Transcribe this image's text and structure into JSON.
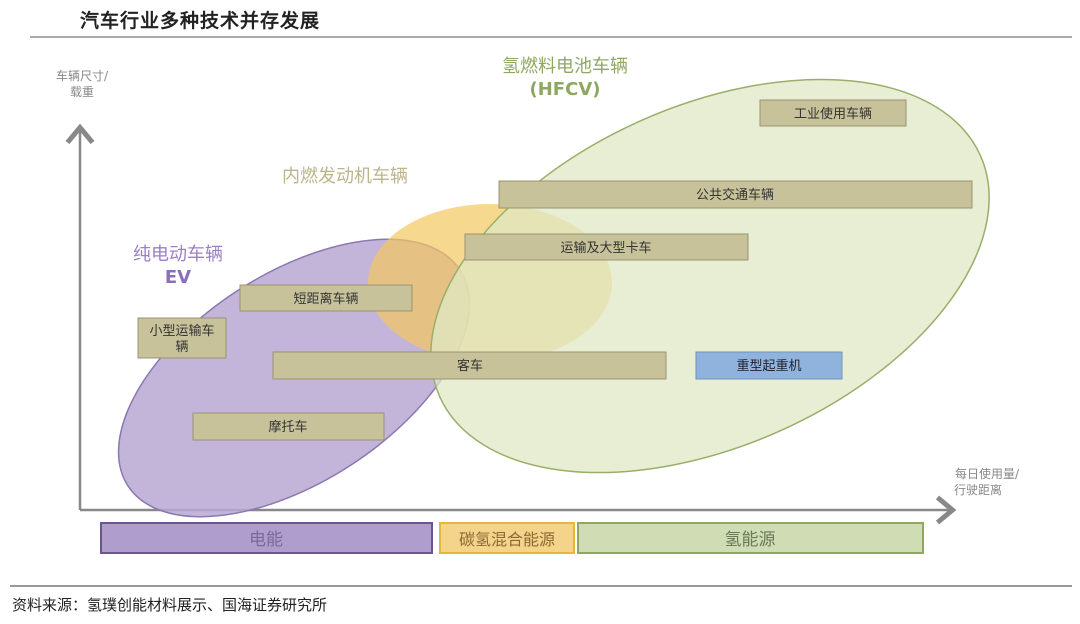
{
  "title": "汽车行业多种技术并存发展",
  "source": "资料来源：氢璞创能材料展示、国海证券研究所",
  "axes": {
    "y_label_1": "车辆尺寸/",
    "y_label_2": "载重",
    "x_label_1": "每日使用量/",
    "x_label_2": "行驶距离"
  },
  "groups": {
    "ev_1": "纯电动车辆",
    "ev_2": "EV",
    "ice": "内燃发动机车辆",
    "hfcv_1": "氢燃料电池车辆",
    "hfcv_2": "(HFCV)"
  },
  "vehicles": {
    "industrial": "工业使用车辆",
    "public_transit": "公共交通车辆",
    "truck": "运输及大型卡车",
    "short_range": "短距离车辆",
    "small_transport_1": "小型运输车",
    "small_transport_2": "辆",
    "passenger": "客车",
    "crane": "重型起重机",
    "motorcycle": "摩托车"
  },
  "energy": {
    "electric": "电能",
    "hybrid": "碳氢混合能源",
    "hydrogen": "氢能源"
  },
  "colors": {
    "ev": "#b8a8d4",
    "ice": "#f3c860",
    "hfcv": "#dfe8c4",
    "box": "#c7c29a",
    "crane": "#8fb3dc"
  }
}
